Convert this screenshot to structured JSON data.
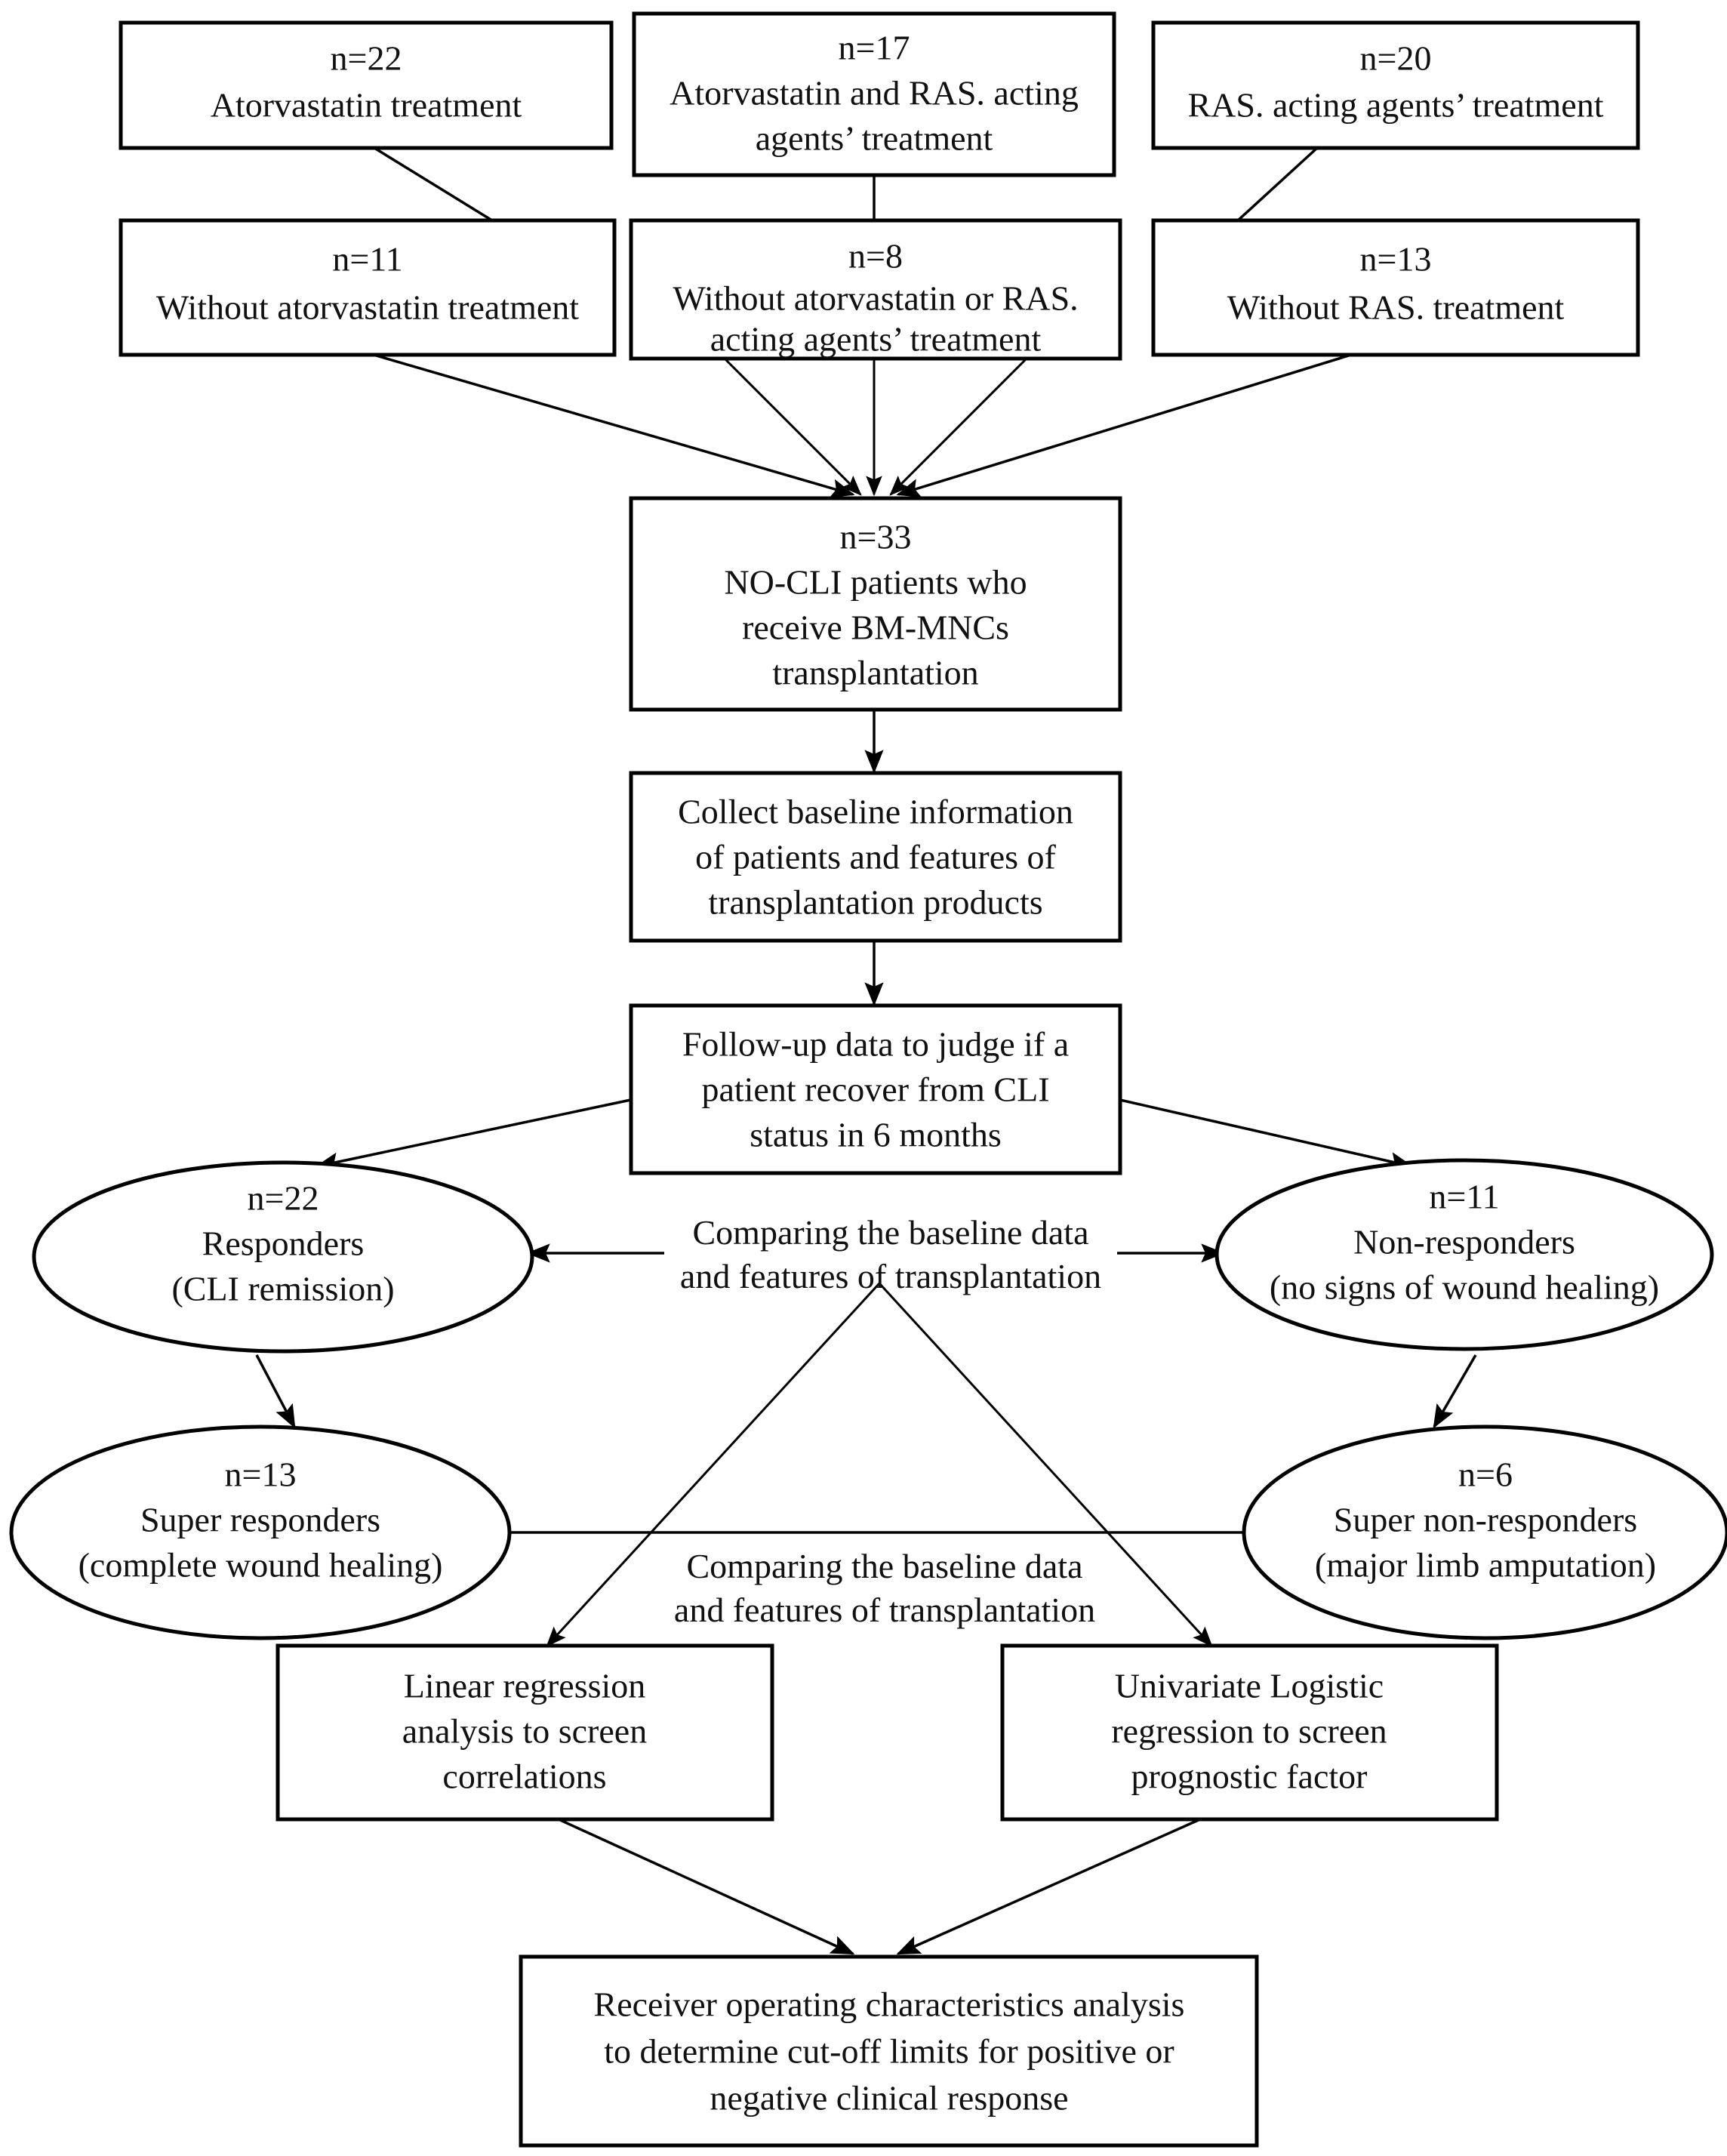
{
  "diagram": {
    "title": "BM-MNCs transplantation study flowchart",
    "font_color": "#111111",
    "shape_fill": "#ffffff",
    "shape_stroke": "#000000"
  },
  "nodes": {
    "atorvastatin_treatment": {
      "shape": "rectangle",
      "lines": [
        "n=22",
        "Atorvastatin treatment"
      ]
    },
    "atorvastatin_and_ras": {
      "shape": "rectangle",
      "lines": [
        "n=17",
        "Atorvastatin and RAS. acting",
        "agents’ treatment"
      ]
    },
    "ras_treatment": {
      "shape": "rectangle",
      "lines": [
        "n=20",
        "RAS. acting agents’ treatment"
      ]
    },
    "without_atorvastatin": {
      "shape": "rectangle",
      "lines": [
        "n=11",
        "Without atorvastatin treatment"
      ]
    },
    "without_atorvastatin_or_ras": {
      "shape": "rectangle",
      "lines": [
        "n=8",
        "Without atorvastatin or RAS.",
        "acting agents’ treatment"
      ]
    },
    "without_ras": {
      "shape": "rectangle",
      "lines": [
        "n=13",
        "Without RAS. treatment"
      ]
    },
    "no_cli_patients": {
      "shape": "rectangle",
      "lines": [
        "n=33",
        "NO-CLI patients who",
        "receive BM-MNCs",
        "transplantation"
      ]
    },
    "collect_baseline": {
      "shape": "rectangle",
      "lines": [
        "Collect baseline information",
        "of patients and features of",
        "transplantation products"
      ]
    },
    "follow_up": {
      "shape": "rectangle",
      "lines": [
        "Follow-up data to judge if a",
        "patient recover from CLI",
        "status in 6 months"
      ]
    },
    "responders": {
      "shape": "ellipse",
      "lines": [
        "n=22",
        "Responders",
        "(CLI remission)"
      ]
    },
    "non_responders": {
      "shape": "ellipse",
      "lines": [
        "n=11",
        "Non-responders",
        "(no signs of wound healing)"
      ]
    },
    "super_responders": {
      "shape": "ellipse",
      "lines": [
        "n=13",
        "Super responders",
        "(complete wound healing)"
      ]
    },
    "super_non_responders": {
      "shape": "ellipse",
      "lines": [
        "n=6",
        "Super non-responders",
        "(major limb amputation)"
      ]
    },
    "linear_regression": {
      "shape": "rectangle",
      "lines": [
        "Linear regression",
        "analysis to screen",
        "correlations"
      ]
    },
    "logistic_regression": {
      "shape": "rectangle",
      "lines": [
        "Univariate Logistic",
        "regression to screen",
        "prognostic factor"
      ]
    },
    "roc_analysis": {
      "shape": "rectangle",
      "lines": [
        "Receiver operating characteristics analysis",
        "to determine cut-off limits for positive or",
        "negative clinical response"
      ]
    }
  },
  "edge_labels": {
    "comparing_top": {
      "lines": [
        "Comparing the baseline data",
        "and features of transplantation"
      ]
    },
    "comparing_bottom": {
      "lines": [
        "Comparing the baseline data",
        "and features of transplantation"
      ]
    }
  }
}
